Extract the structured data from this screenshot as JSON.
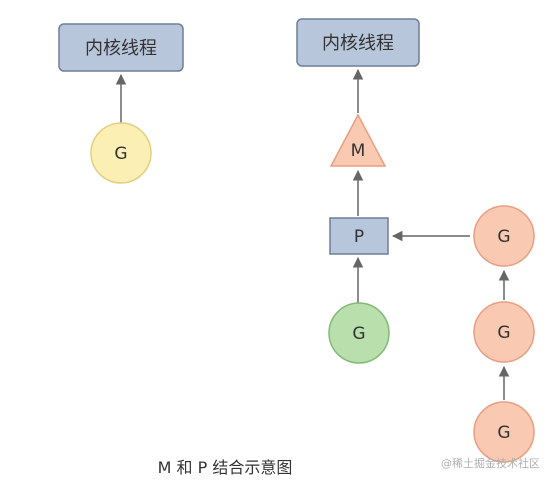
{
  "labels": {
    "kernel_thread": "内核线程",
    "m": "M",
    "p": "P",
    "g": "G"
  },
  "caption": "M 和 P 结合示意图",
  "watermark": "@稀土掘金技术社区",
  "colors": {
    "box_fill": "#b8c6dc",
    "box_stroke": "#6f7f99",
    "g_yellow_fill": "#fbefb4",
    "g_yellow_stroke": "#e3cf83",
    "g_green_fill": "#b9dfac",
    "g_green_stroke": "#85b978",
    "g_orange_fill": "#f9c9b1",
    "g_orange_stroke": "#e79f83",
    "m_fill": "#f9c9b1",
    "m_stroke": "#e79f83",
    "arrow": "#666666"
  }
}
